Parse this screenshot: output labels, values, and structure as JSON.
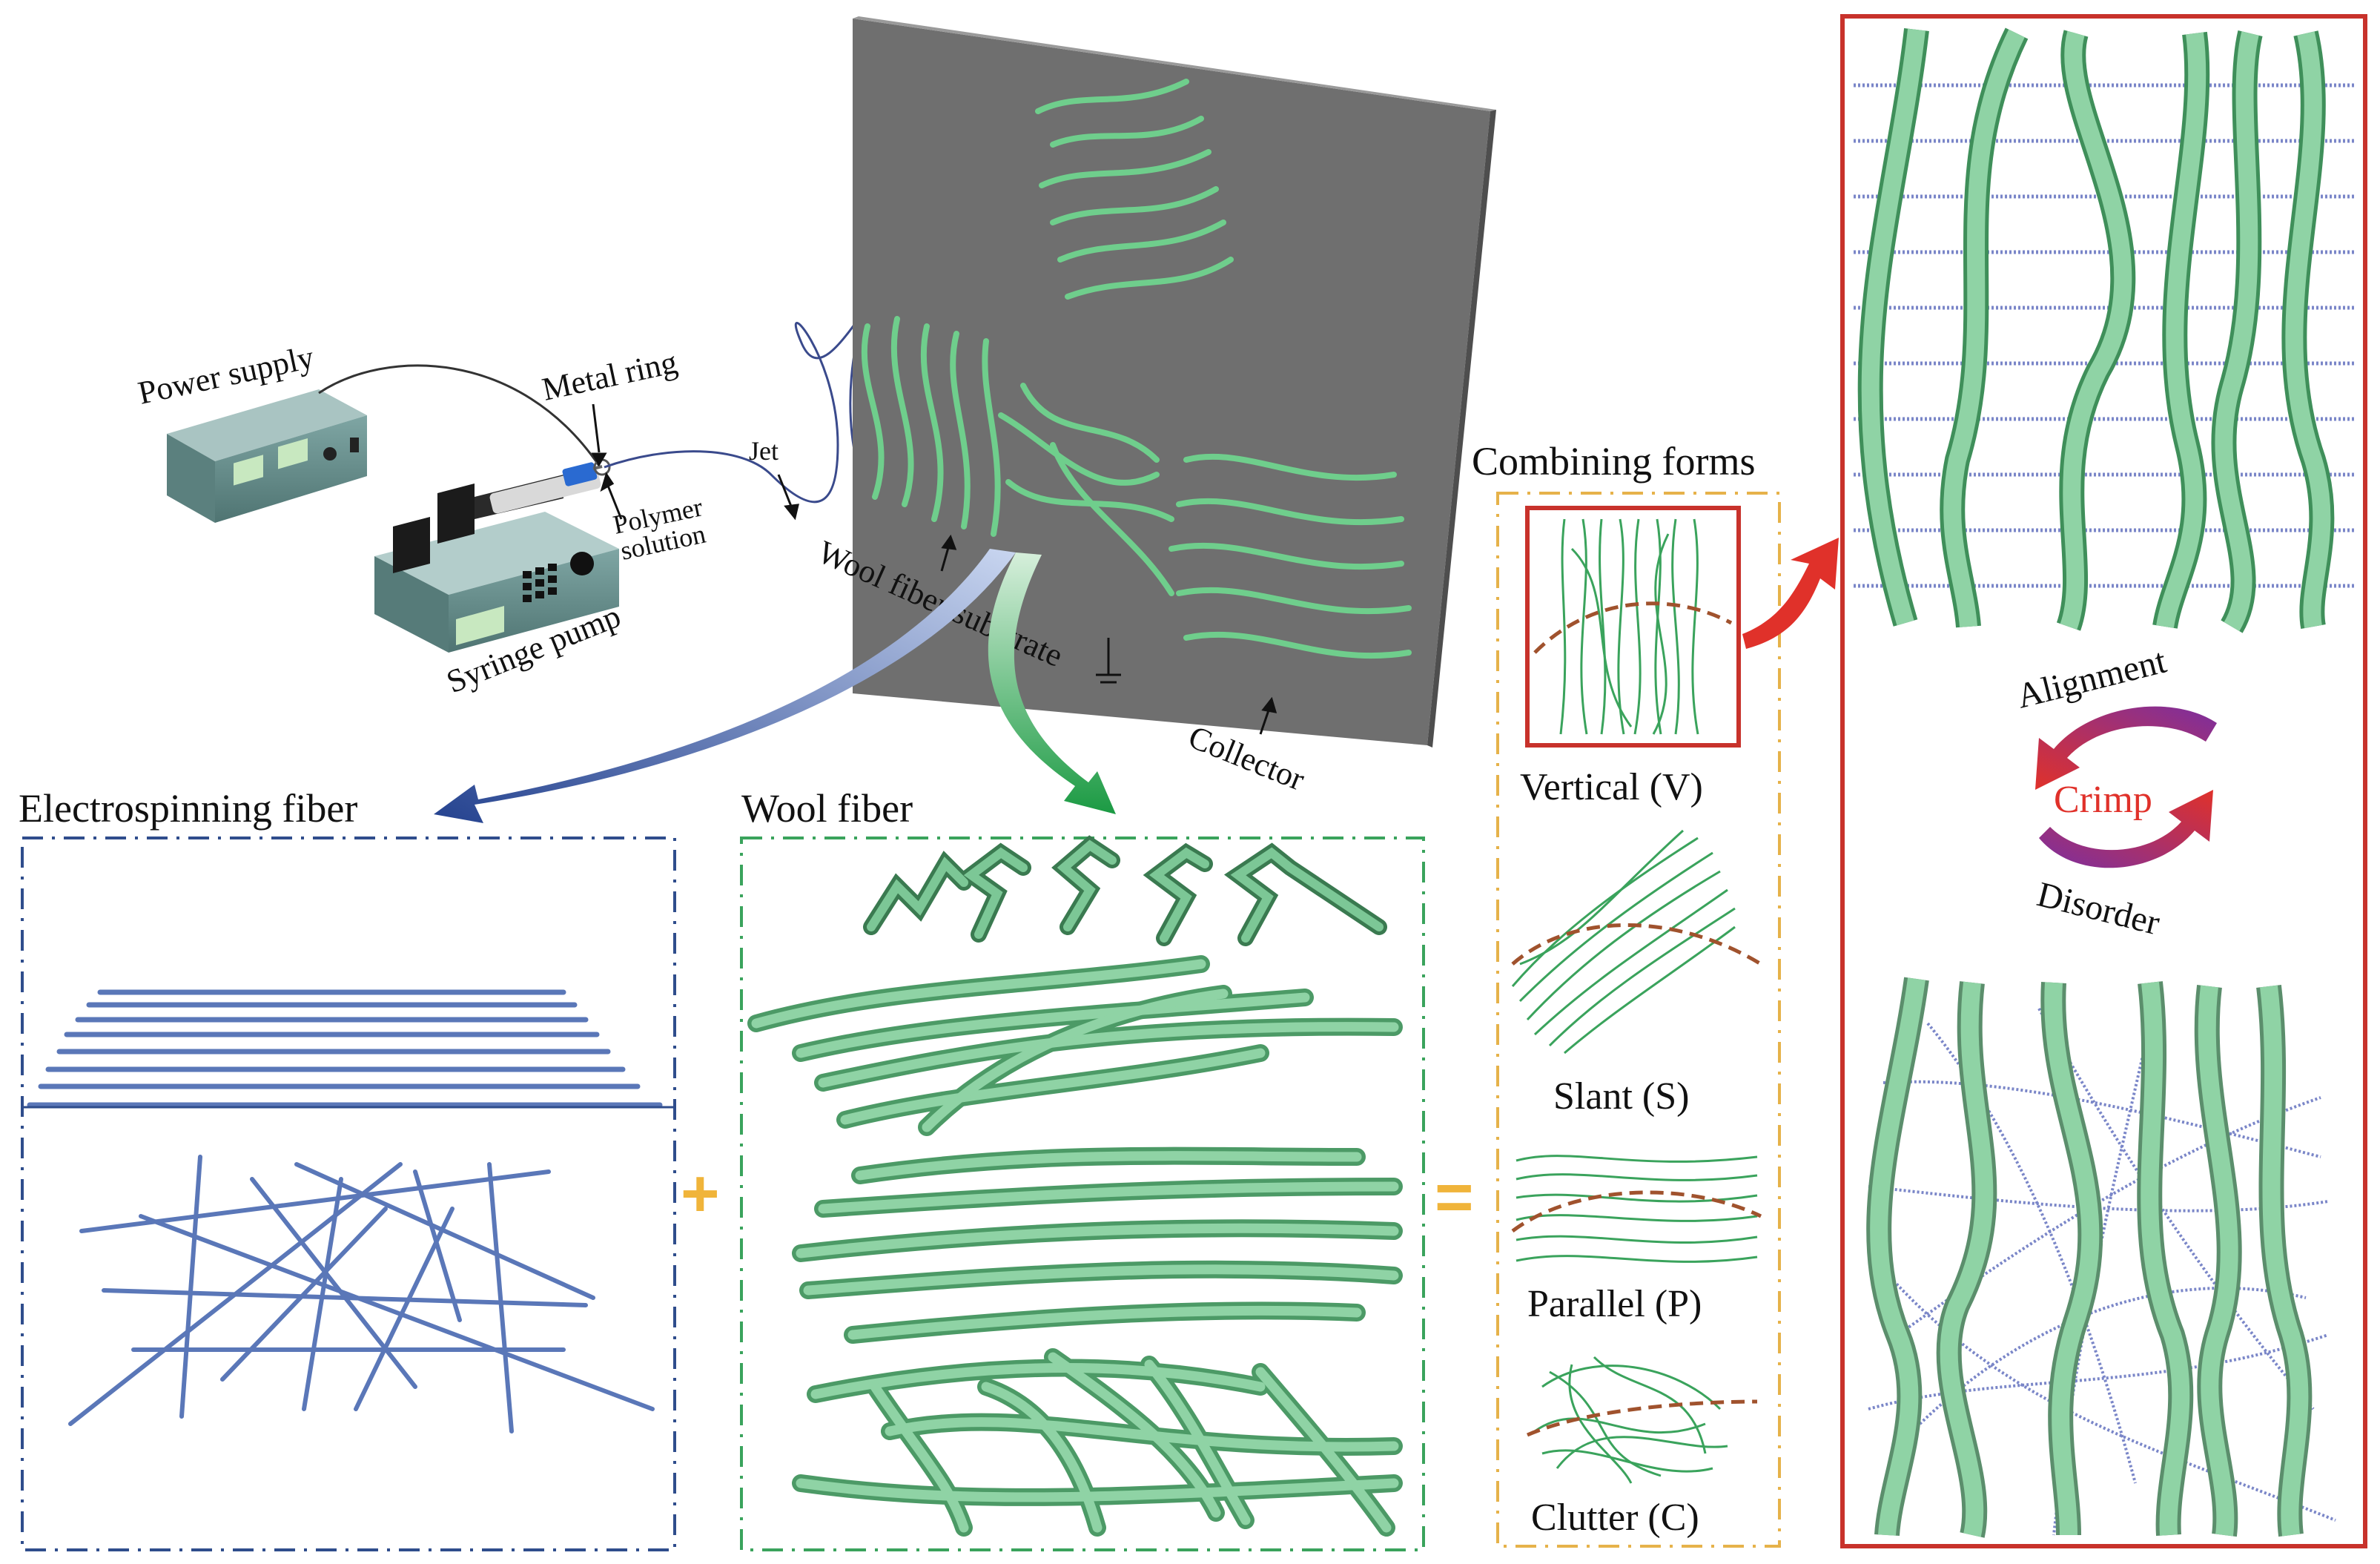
{
  "labels": {
    "power_supply": "Power supply",
    "metal_ring": "Metal ring",
    "polymer": "Polymer",
    "solution": "solution",
    "syringe_pump": "Syringe pump",
    "jet": "Jet",
    "wool_substrate": "Wool fiber substrate",
    "collector": "Collector",
    "combining_forms": "Combining forms",
    "electrospinning_fiber": "Electrospinning fiber",
    "wool_fiber": "Wool fiber",
    "plus": "+",
    "equals": "=",
    "alignment": "Alignment",
    "crimp": "Crimp",
    "disorder": "Disorder"
  },
  "forms": [
    {
      "label": "Vertical (V)"
    },
    {
      "label": "Slant (S)"
    },
    {
      "label": "Parallel (P)"
    },
    {
      "label": "Clutter (C)"
    }
  ],
  "colors": {
    "fiber_green": "#7cc796",
    "fiber_green_dark": "#3f8f5a",
    "electro_blue": "#5a77b8",
    "collector_gray": "#6b6b6b",
    "frame_red": "#c8322b",
    "frame_orange": "#e6b24a",
    "frame_green": "#3aa35c",
    "frame_blue": "#2f4d8c",
    "crimp_red": "#e0312a",
    "cycle_purple": "#8a2f9e"
  }
}
